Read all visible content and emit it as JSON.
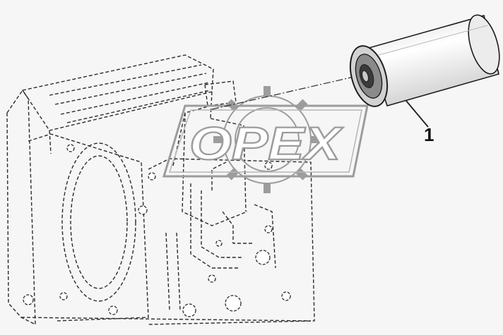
{
  "diagram": {
    "callouts": [
      {
        "label": "1",
        "part": "filter-cartridge"
      }
    ]
  },
  "watermark": {
    "text": "OPEX",
    "icon": "gear-icon"
  },
  "colors": {
    "background": "#f6f6f6",
    "line": "#2b2b2b",
    "watermark": "#9c9c9c"
  }
}
